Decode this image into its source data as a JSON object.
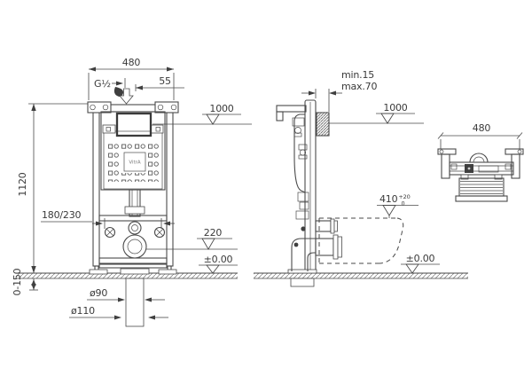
{
  "brand": "VitrA",
  "front_view": {
    "width": "480",
    "inlet_thread": "G½",
    "inlet_offset": "55",
    "plate_level": "1000",
    "frame_height": "1120",
    "flush_bend_range": "180/230",
    "outlet_height": "220",
    "floor_level": "±0.00",
    "floor_buildup_range": "0-150",
    "outlet_diameter": "ø90",
    "waste_pipe_diameter": "ø110"
  },
  "side_view": {
    "wall_distance_min": "min.15",
    "wall_distance_max": "max.70",
    "plate_level": "1000",
    "bowl_height": "410",
    "bowl_height_tol_upper": "+20",
    "bowl_height_tol_lower": "0",
    "floor_level": "±0.00"
  },
  "top_view": {
    "width": "480"
  }
}
